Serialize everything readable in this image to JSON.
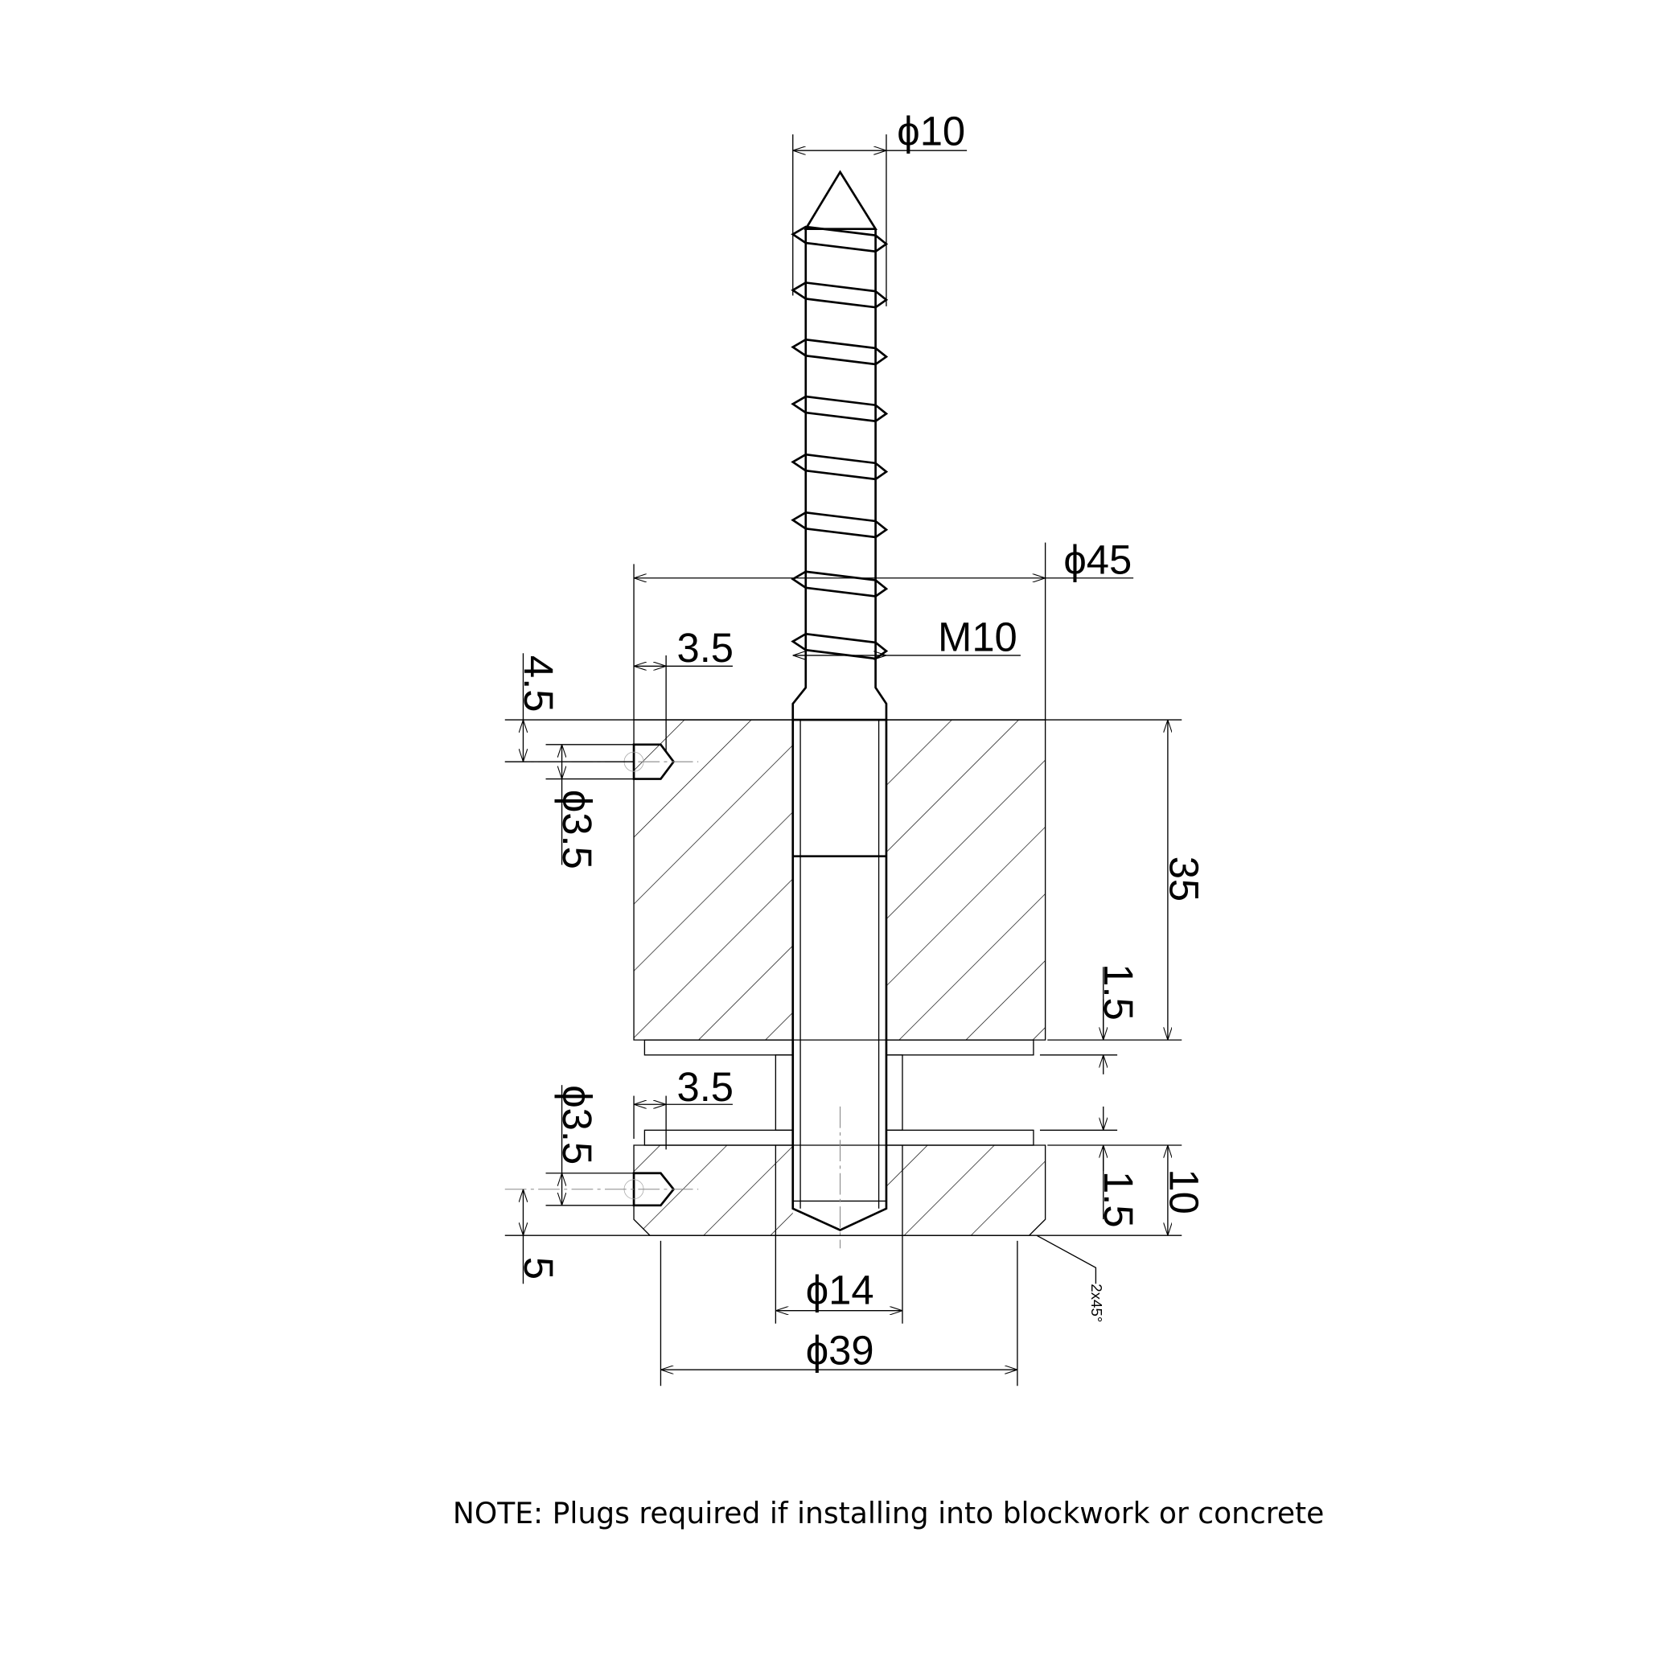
{
  "drawing": {
    "dimensions": {
      "screw_diameter": "ϕ10",
      "body_diameter": "ϕ45",
      "thread": "M10",
      "upper_pin_offset": "3.5",
      "upper_pin_depth": "4.5",
      "upper_pin_diameter": "ϕ3.5",
      "body_height": "35",
      "upper_washer": "1.5",
      "lower_pin_diameter": "ϕ3.5",
      "lower_pin_offset": "3.5",
      "lower_washer": "1.5",
      "base_height": "10",
      "lower_pin_depth": "5",
      "sleeve_diameter": "ϕ14",
      "base_diameter": "ϕ39",
      "chamfer": "2x45°"
    },
    "note": "NOTE: Plugs required if installing into blockwork or concrete",
    "colors": {
      "line": "#000000",
      "background": "#ffffff"
    }
  }
}
